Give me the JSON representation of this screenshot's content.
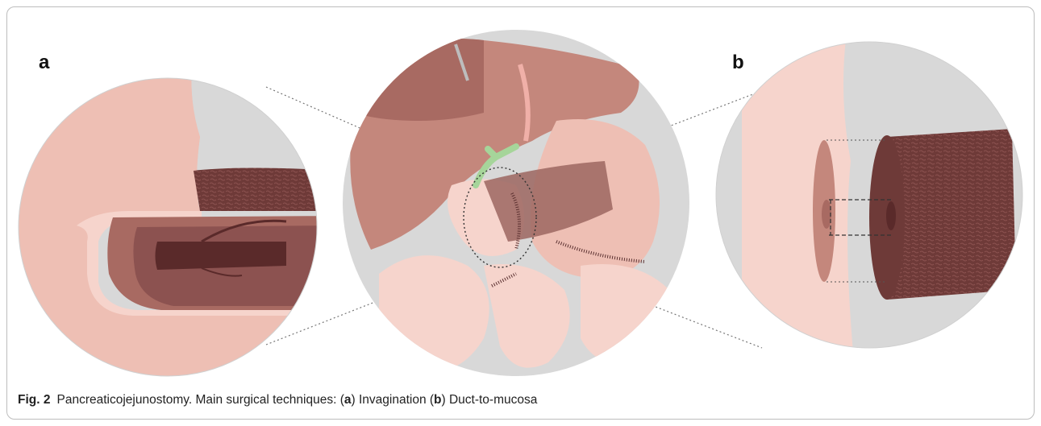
{
  "figure": {
    "panel_a_label": "a",
    "panel_b_label": "b",
    "caption": {
      "fig_label": "Fig. 2",
      "text_1": "Pancreaticojejunostomy. Main surgical techniques: (",
      "letter_a": "a",
      "text_2": ") Invagination (",
      "letter_b": "b",
      "text_3": ") Duct-to-mucosa"
    }
  },
  "colors": {
    "circle_bg": "#d8d8d8",
    "liver": "#c4877c",
    "liver_dark": "#a86a62",
    "jejunum": "#f6d4cc",
    "jejunum_outer": "#eebfb4",
    "pancreas": "#9c6660",
    "pancreas_dark": "#6e3a38",
    "duct": "#5a2a2a",
    "bile_duct": "#a6d59a",
    "suture": "#5a3030"
  }
}
